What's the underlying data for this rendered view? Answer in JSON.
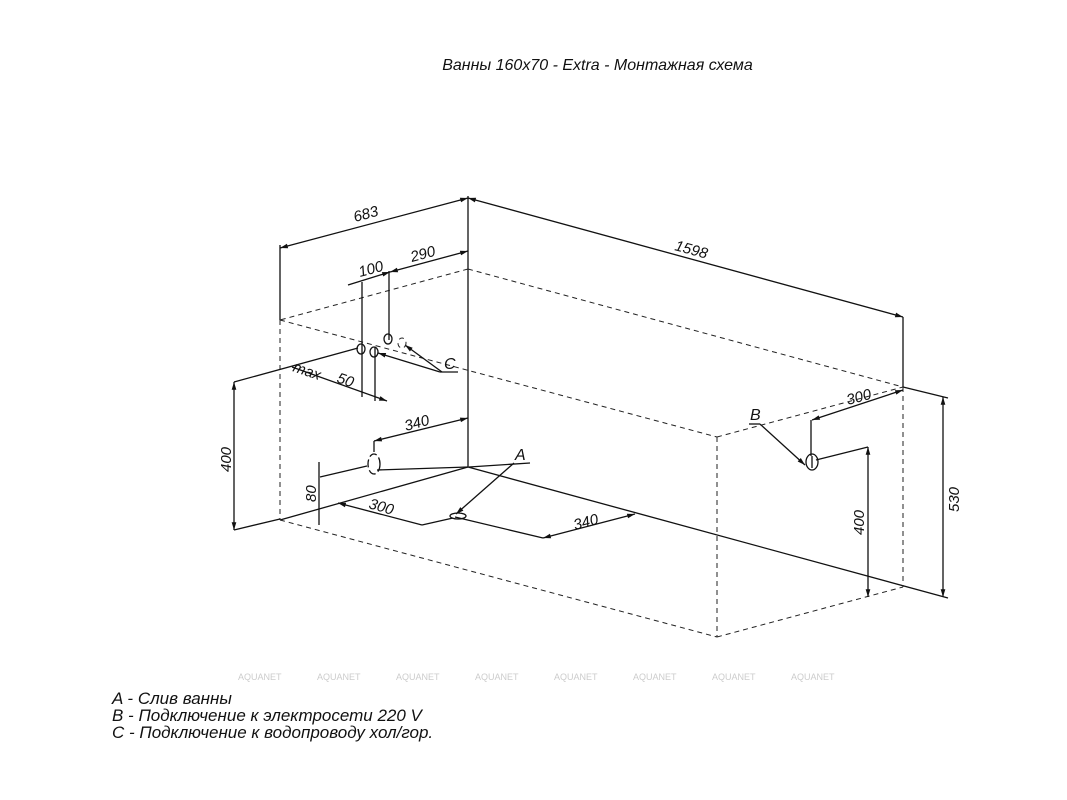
{
  "title": "Ванны 160x70 - Extra - Монтажная схема",
  "dimensions": {
    "width_total": "683",
    "length_total": "1598",
    "mixer_offset": "290",
    "mixer_spacing": "100",
    "mixer_max": "max",
    "mixer_depth": "50",
    "overflow_offset": "340",
    "side_height": "400",
    "drain_height": "80",
    "drain_offset_x": "300",
    "drain_offset_y": "340",
    "power_offset": "300",
    "power_height": "400",
    "total_height": "530"
  },
  "markers": {
    "a": "A",
    "b": "B",
    "c": "C"
  },
  "watermark": "AQUANET",
  "legend": [
    "A - Слив ванны",
    "B - Подключение к электросети 220 V",
    "C - Подключение к водопроводу хол/гор."
  ]
}
